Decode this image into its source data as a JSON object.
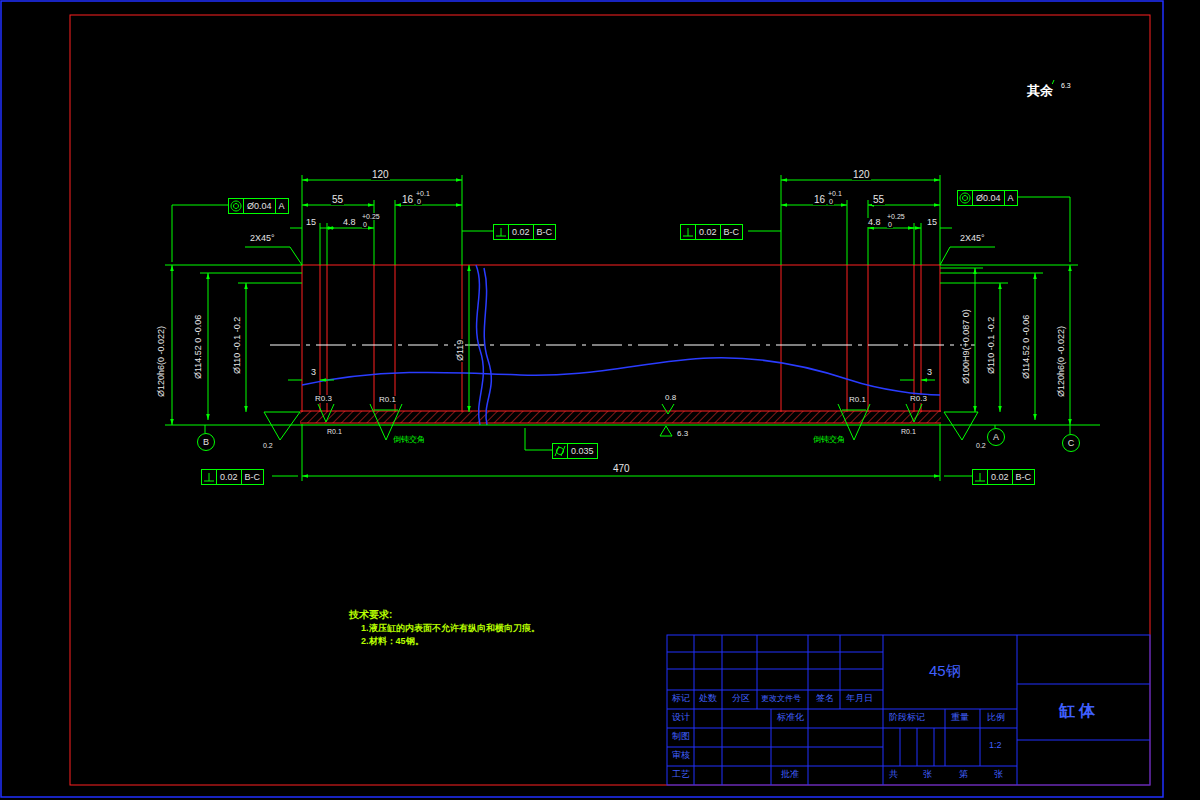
{
  "diagram": {
    "nodes": [
      {
        "text": [
          "Ø0.04",
          "A"
        ]
      },
      {
        "text": [
          "0.02",
          "B-C"
        ]
      },
      {
        "text": [
          "0.02",
          "B-C"
        ]
      },
      {
        "text": [
          "Ø0.04",
          "A"
        ]
      },
      {
        "text": [
          "0.035"
        ]
      },
      {
        "text": [
          "0.02",
          "B-C"
        ]
      },
      {
        "text": [
          "0.02",
          "B-C"
        ]
      },
      {
        "text": [
          "B"
        ]
      },
      {
        "text": [
          "A"
        ]
      },
      {
        "text": [
          "C"
        ]
      }
    ],
    "labels": [
      "其余",
      "6.3",
      "120",
      "55",
      "16",
      "+0.1",
      "0",
      "15",
      "4.8",
      "+0.25",
      "0",
      "2X45°",
      "120",
      "16",
      "+0.1",
      "0",
      "55",
      "4.8",
      "+0.25",
      "0",
      "15",
      "2X45°",
      "Ø120h6(0 -0.022)",
      "Ø114.52 0 -0.06",
      "Ø110 -0.1 -0.2",
      "Ø119",
      "Ø100H9(+0.087 0)",
      "Ø110 -0.1 -0.2",
      "Ø114.52 0 -0.06",
      "Ø120h6(0 -0.022)",
      "3",
      "3",
      "470",
      "R0.3",
      "R0.1",
      "R0.1",
      "0.8",
      "6.3",
      "R0.1",
      "R0.3",
      "R0.1",
      "倒钝交角",
      "倒钝交角",
      "0.2",
      "0.2",
      "技术要求:",
      "1.液压缸的内表面不允许有纵向和横向刀痕。",
      "2.材料：45钢。",
      "45钢",
      "缸 体",
      "标记",
      "处数",
      "分区",
      "更改文件号",
      "签名",
      "年月日",
      "设计",
      "标准化",
      "制图",
      "审核",
      "工艺",
      "批准",
      "阶段标记",
      "重量",
      "比例",
      "1:2",
      "共",
      "张",
      "第",
      "张"
    ]
  }
}
